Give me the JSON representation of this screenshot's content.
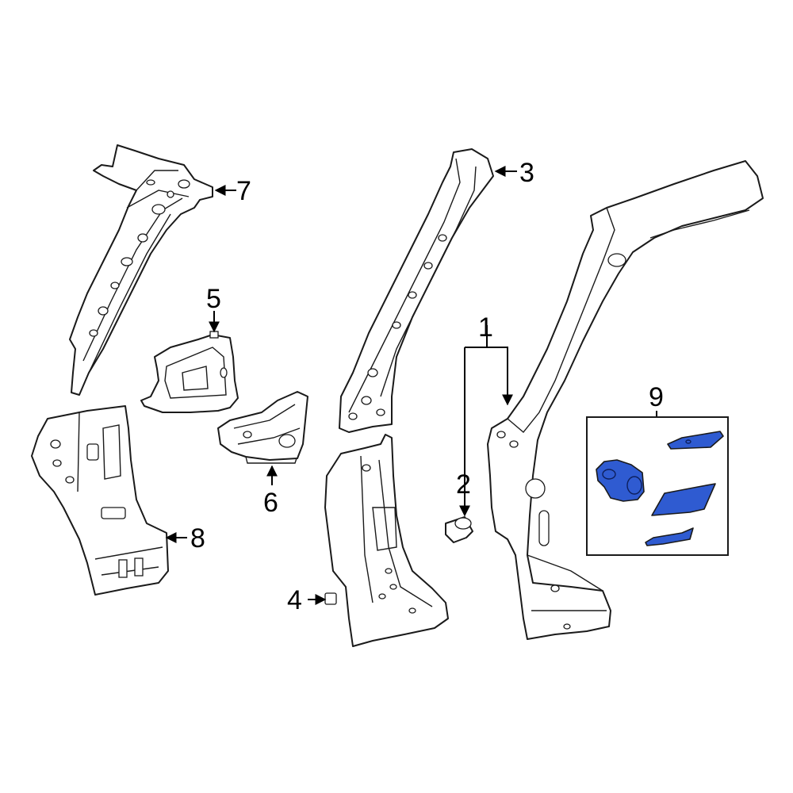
{
  "callouts": {
    "c1": "1",
    "c2": "2",
    "c3": "3",
    "c4": "4",
    "c5": "5",
    "c6": "6",
    "c7": "7",
    "c8": "8",
    "c9": "9"
  },
  "colors": {
    "highlight": "#2f5bd1",
    "line": "#1a1a1a",
    "background": "#ffffff"
  }
}
